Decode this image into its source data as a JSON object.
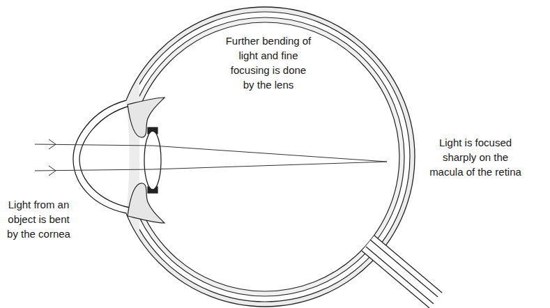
{
  "diagram": {
    "labels": [
      "Further bending of light and fine focusing is done by the lens",
      "Light is focused sharply on the macula of the retina",
      "Light from an object is bent by the cornea"
    ]
  }
}
